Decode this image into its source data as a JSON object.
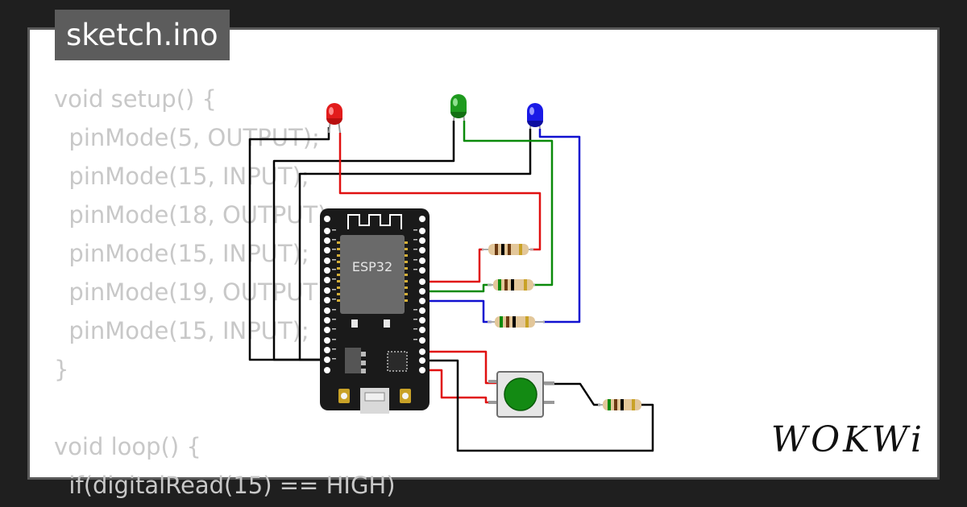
{
  "tab": {
    "filename": "sketch.ino"
  },
  "code_lines": [
    "void setup() {",
    "  pinMode(5, OUTPUT);",
    "  pinMode(15, INPUT);",
    "  pinMode(18, OUTPUT);",
    "  pinMode(15, INPUT);",
    "  pinMode(19, OUTPUT);",
    "  pinMode(15, INPUT);",
    "}",
    "",
    "void loop() {",
    "  if(digitalRead(15) == HIGH)"
  ],
  "board": {
    "label": "ESP32"
  },
  "brand": {
    "logo_text": "WOKWi"
  },
  "colors": {
    "background": "#1f1f1f",
    "card": "#ffffff",
    "tab": "#5c5c5c",
    "code_text": "#c8c8c8",
    "wire_red": "#e01010",
    "wire_green": "#0a8a0a",
    "wire_blue": "#1010d0",
    "wire_black": "#000000",
    "led_red": "#e21b1b",
    "led_green": "#1e9a1e",
    "led_blue": "#1a1ae6",
    "button_cap": "#138a13"
  },
  "icons": [
    "esp32-board",
    "led-red",
    "led-green",
    "led-blue",
    "resistor",
    "pushbutton",
    "wokwi-logo"
  ]
}
